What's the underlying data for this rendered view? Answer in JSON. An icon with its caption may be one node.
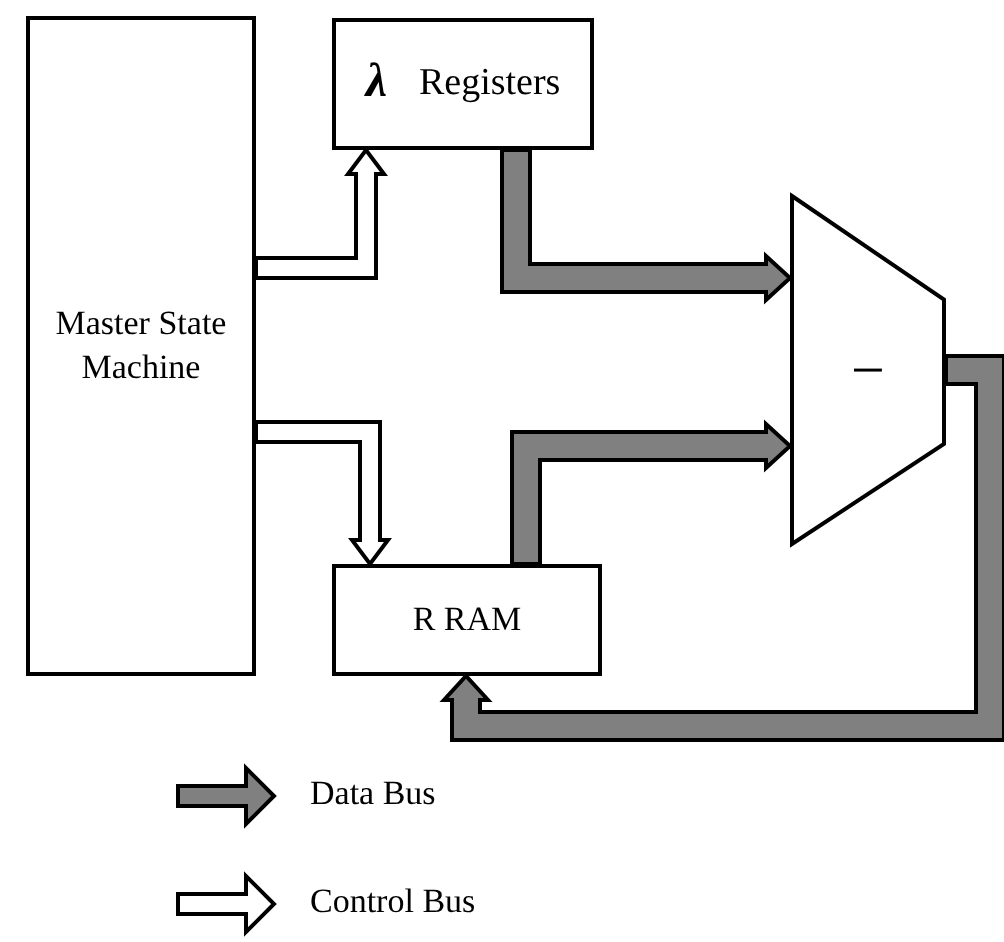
{
  "diagram": {
    "nodes": [
      {
        "text": [
          "Master State Machine"
        ]
      },
      {
        "text": [
          "λ",
          "Registers"
        ]
      },
      {
        "text": [
          "R RAM"
        ]
      },
      {
        "text": [
          "−"
        ]
      }
    ],
    "edges": [
      {
        "from": 0,
        "to": 1,
        "arrow": "to"
      },
      {
        "from": 0,
        "to": 2,
        "arrow": "to"
      },
      {
        "from": 1,
        "to": 3,
        "arrow": "to",
        "color": "#808080"
      },
      {
        "from": 2,
        "to": 3,
        "arrow": "to",
        "color": "#808080"
      },
      {
        "from": 3,
        "to": 2,
        "arrow": "to",
        "color": "#808080"
      }
    ],
    "legend": [
      {
        "text": "Data Bus",
        "color": "#808080"
      },
      {
        "text": "Control Bus",
        "color": "#ffffff"
      }
    ]
  }
}
